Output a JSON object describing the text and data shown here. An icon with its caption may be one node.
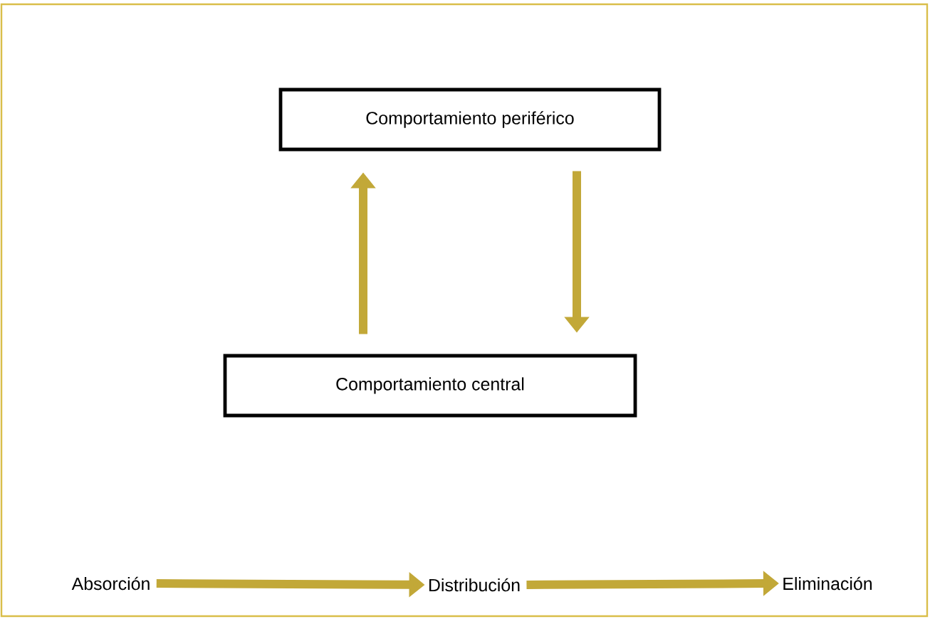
{
  "diagram": {
    "nodes": [
      {
        "text": [
          "Comportamiento periférico"
        ]
      },
      {
        "text": [
          "Comportamiento central"
        ]
      },
      {
        "text": [
          "Absorción"
        ]
      },
      {
        "text": [
          "Distribución"
        ]
      },
      {
        "text": [
          "Eliminación"
        ]
      }
    ],
    "edges": [
      {
        "from": 1,
        "to": 0,
        "arrow": "to"
      },
      {
        "from": 0,
        "to": 1,
        "arrow": "to"
      },
      {
        "from": 2,
        "to": 3,
        "arrow": "to"
      },
      {
        "from": 3,
        "to": 4,
        "arrow": "to"
      }
    ]
  }
}
